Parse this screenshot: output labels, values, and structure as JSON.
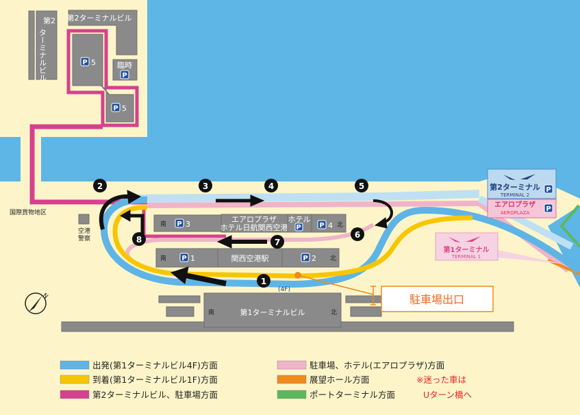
{
  "map": {
    "t2_building_vertical": [
      "第2",
      "ターミナルビル"
    ],
    "t2_building_top": "第2ターミナルビル",
    "p_letter": "P",
    "p5": "5",
    "temporary": "臨時",
    "cargo_area": "国際貨物地区",
    "police": [
      "空港",
      "警察"
    ],
    "p3": "3",
    "aeroplaza_hotel": [
      "エアロプラザ",
      "ホテル日航関西空港"
    ],
    "hotel": "ホテル",
    "p4": "4",
    "p1": "1",
    "station": "関西空港駅",
    "p2": "2",
    "floor": "(4F)",
    "terminal1_building": "第1ターミナルビル",
    "south": "南",
    "north": "北",
    "compass": "N",
    "parking_exit": "駐車場出口"
  },
  "signs": {
    "terminal2": {
      "ja": "第2ターミナル",
      "en": "TERMINAL 2"
    },
    "aeroplaza": {
      "ja": "エアロプラザ",
      "en": "AEROPLAZA"
    },
    "terminal1": {
      "ja": "第1ターミナル",
      "en": "TERMINAL 1"
    }
  },
  "markers": [
    "1",
    "2",
    "3",
    "4",
    "5",
    "6",
    "7",
    "8"
  ],
  "colors": {
    "sea": "#5db6e6",
    "land": "#fdf5c9",
    "departure": "#5fb4e6",
    "arrival": "#f7c600",
    "terminal2_parking": "#d6418e",
    "parking_hotel": "#f0b4c8",
    "observation": "#ef8a1c",
    "port_terminal": "#5cb85c",
    "note": "#e8262a"
  },
  "legend": [
    {
      "label": "出発(第1ターミナルビル4F)方面",
      "color": "#5fb4e6"
    },
    {
      "label": "到着(第1ターミナルビル1F)方面",
      "color": "#f7c600"
    },
    {
      "label": "第2ターミナルビル、駐車場方面",
      "color": "#d6418e"
    },
    {
      "label": "駐車場、ホテル(エアロプラザ)方面",
      "color": "#f0b4c8"
    },
    {
      "label": "展望ホール方面",
      "color": "#ef8a1c"
    },
    {
      "label": "ポートターミナル方面",
      "color": "#5cb85c"
    }
  ],
  "note": [
    "※迷った車は",
    "Uターン橋へ"
  ]
}
